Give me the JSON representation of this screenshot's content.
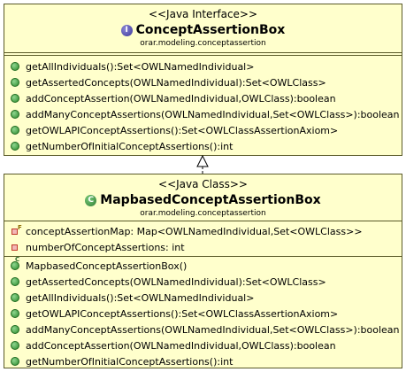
{
  "interface_box": {
    "stereotype": "<<Java Interface>>",
    "badge": "I",
    "name": "ConceptAssertionBox",
    "package": "orar.modeling.conceptassertion",
    "methods": [
      "getAllIndividuals():Set<OWLNamedIndividual>",
      "getAssertedConcepts(OWLNamedIndividual):Set<OWLClass>",
      "addConceptAssertion(OWLNamedIndividual,OWLClass):boolean",
      "addManyConceptAssertions(OWLNamedIndividual,Set<OWLClass>):boolean",
      "getOWLAPIConceptAssertions():Set<OWLClassAssertionAxiom>",
      "getNumberOfInitialConceptAssertions():int"
    ]
  },
  "class_box": {
    "stereotype": "<<Java Class>>",
    "badge": "C",
    "name": "MapbasedConceptAssertionBox",
    "package": "orar.modeling.conceptassertion",
    "fields": [
      "conceptAssertionMap: Map<OWLNamedIndividual,Set<OWLClass>>",
      "numberOfConceptAssertions: int"
    ],
    "methods": [
      "MapbasedConceptAssertionBox()",
      "getAssertedConcepts(OWLNamedIndividual):Set<OWLClass>",
      "getAllIndividuals():Set<OWLNamedIndividual>",
      "getOWLAPIConceptAssertions():Set<OWLClassAssertionAxiom>",
      "addManyConceptAssertions(OWLNamedIndividual,Set<OWLClass>):boolean",
      "addConceptAssertion(OWLNamedIndividual,OWLClass):boolean",
      "getNumberOfInitialConceptAssertions():int"
    ]
  },
  "colors": {
    "box_fill": "#ffffcc",
    "box_border": "#5a5a28",
    "public_icon": "#2e8b2e",
    "private_icon": "#c0392b"
  },
  "relationship": "realization"
}
